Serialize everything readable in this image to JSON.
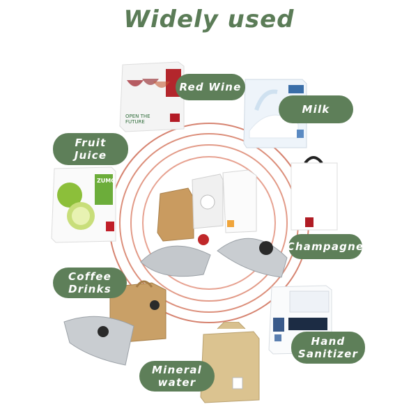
{
  "title": "Widely used",
  "labels": {
    "red_wine": "Red Wine",
    "milk": "Milk",
    "fruit_juice": "Fruit\nJuice",
    "champagne": "Champagne",
    "coffee_drinks": "Coffee\nDrinks",
    "hand_sanitizer": "Hand\nSanitizer",
    "mineral_water": "Mineral\nwater"
  },
  "colors": {
    "accent": "#5e7f59",
    "ring": "#d9735b",
    "title": "#5b7c57"
  }
}
